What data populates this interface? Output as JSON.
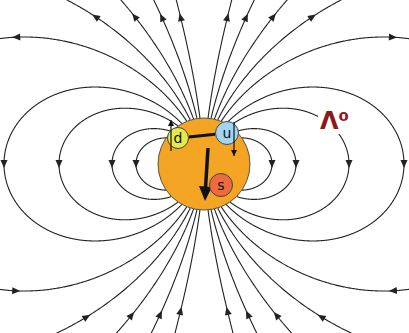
{
  "diagram": {
    "nodes": [
      {
        "text": [
          "d"
        ]
      },
      {
        "text": [
          "u"
        ]
      },
      {
        "text": [
          "s"
        ]
      }
    ],
    "edges": [
      {
        "from": 0,
        "to": 1,
        "arrow": "none"
      }
    ],
    "labels": [
      "Λ⁰"
    ]
  }
}
